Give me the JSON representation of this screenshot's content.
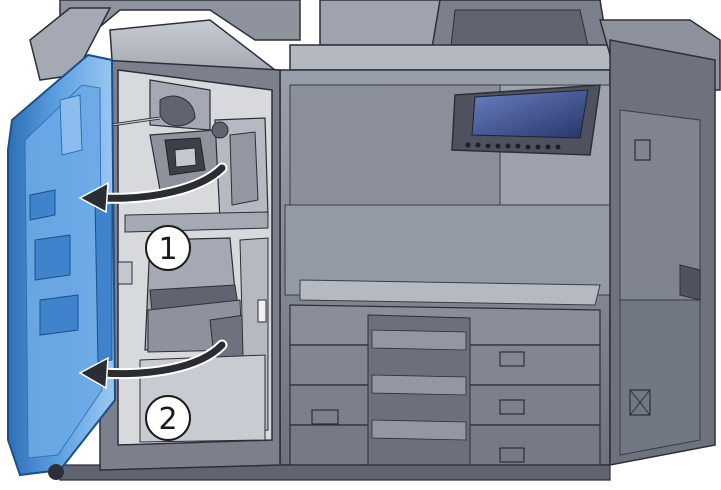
{
  "callouts": [
    {
      "id": "step-1",
      "label": "1"
    },
    {
      "id": "step-2",
      "label": "2"
    }
  ],
  "colors": {
    "body_dark": "#5f6470",
    "body_mid": "#7b808c",
    "body_light": "#a4a9b4",
    "body_highlight": "#c3c7cf",
    "interior": "#d7d9dd",
    "door_blue": "#5b9fe0",
    "door_blue_dark": "#2f6fb5",
    "door_blue_light": "#9cc8f2",
    "arrow": "#2a2d33",
    "panel_screen": "#3e4f86",
    "outline": "#2c2f36"
  },
  "icons": [
    "arrow-curved-left-icon"
  ]
}
